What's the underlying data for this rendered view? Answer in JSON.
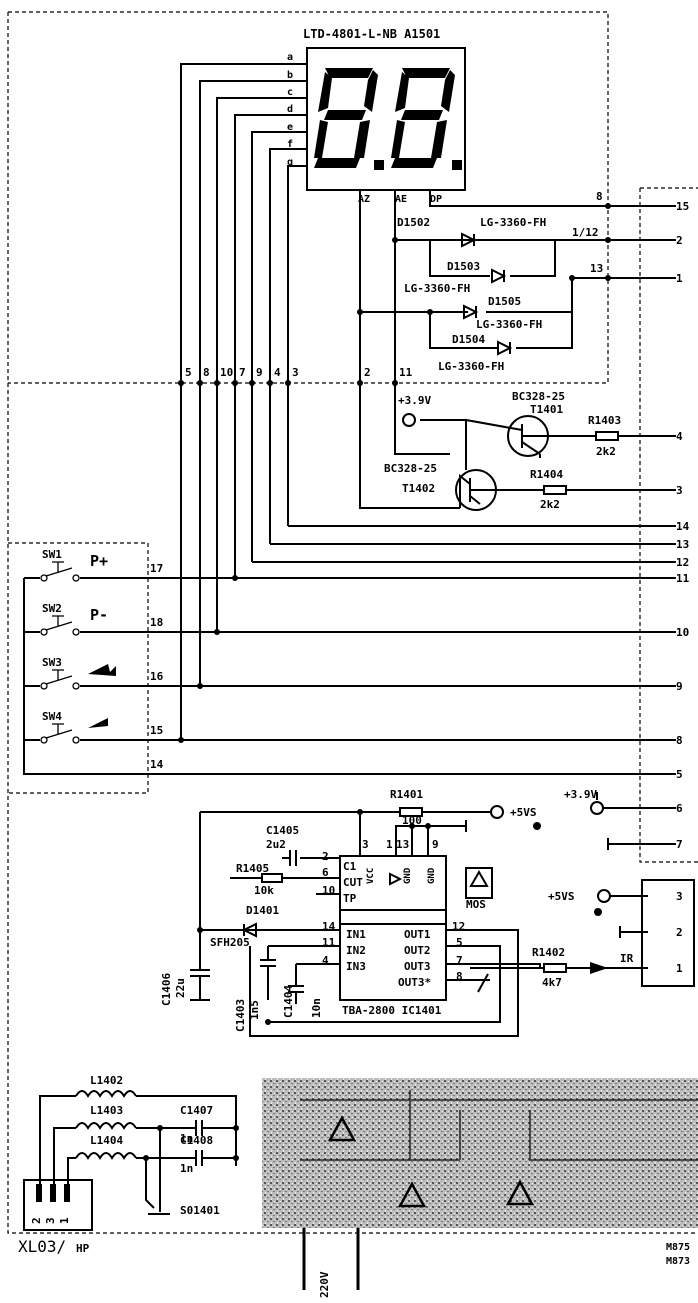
{
  "display": {
    "part": "LTD-4801-L-NB A1501",
    "segments": [
      "a",
      "b",
      "c",
      "d",
      "e",
      "f",
      "g"
    ],
    "pins_bottom": [
      "AZ",
      "AE",
      "DP"
    ]
  },
  "leds": {
    "d1502": "D1502",
    "d1503": "D1503",
    "d1504": "D1504",
    "d1505": "D1505",
    "type": "LG-3360-FH"
  },
  "nets": {
    "n1_12": "1/12",
    "n13": "13",
    "n8": "8"
  },
  "vertical_pins": [
    "5",
    "8",
    "10",
    "7",
    "9",
    "4",
    "3",
    "2",
    "11"
  ],
  "transistors": {
    "t1401_type": "BC328-25",
    "t1401": "T1401",
    "t1402_type": "BC328-25",
    "t1402": "T1402"
  },
  "resistors": {
    "r1403": "R1403",
    "r1403_val": "2k2",
    "r1404": "R1404",
    "r1404_val": "2k2",
    "r1401": "R1401",
    "r1401_val": "100",
    "r1405": "R1405",
    "r1405_val": "10k",
    "r1402": "R1402",
    "r1402_val": "4k7"
  },
  "supply": {
    "v39": "+3.9V",
    "v5vs": "+5VS"
  },
  "connector_right": [
    "15",
    "2",
    "1",
    "4",
    "3",
    "14",
    "13",
    "12",
    "11",
    "10",
    "9",
    "8",
    "5",
    "6",
    "7"
  ],
  "switches": [
    {
      "name": "SW1",
      "symbol": "P+",
      "pin": "17"
    },
    {
      "name": "SW2",
      "symbol": "P-",
      "pin": "18"
    },
    {
      "name": "SW3",
      "symbol": "",
      "pin": "16"
    },
    {
      "name": "SW4",
      "symbol": "",
      "pin": "15"
    }
  ],
  "sw_gnd_pin": "14",
  "ic": {
    "name": "TBA-2800 IC1401",
    "pins_left": [
      "C1",
      "CUT",
      "TP"
    ],
    "pins_in": [
      "IN1",
      "IN2",
      "IN3"
    ],
    "pins_out": [
      "OUT1",
      "OUT2",
      "OUT3",
      "OUT3*"
    ],
    "vcc": "VCC",
    "gnd1": "GND",
    "gnd2": "GND",
    "pin_nums": [
      "3",
      "1",
      "13",
      "9",
      "2",
      "6",
      "10",
      "14",
      "11",
      "4",
      "12",
      "5",
      "7",
      "8"
    ]
  },
  "caps": {
    "c1405": "C1405",
    "c1405_val": "2u2",
    "c1406": "C1406",
    "c1406_val": "22u",
    "c1403": "C1403",
    "c1403_val": "1n5",
    "c1404": "C1404",
    "c1404_val": "10n",
    "c1407": "C1407",
    "c1407_val": "1n",
    "c1408": "C1408",
    "c1408_val": "1n"
  },
  "d1401": "D1401",
  "sfh": "SFH205",
  "mos": "MOS",
  "ir_conn": {
    "pins": [
      "3",
      "2",
      "1"
    ],
    "ir": "IR"
  },
  "coils": {
    "l1402": "L1402",
    "l1403": "L1403",
    "l1404": "L1404"
  },
  "jack": "S01401",
  "xl03": {
    "label": "XL03/",
    "sub": "HP",
    "pins": [
      "2",
      "3",
      "1"
    ]
  },
  "mains": "220V",
  "corner": [
    "M875",
    "M873"
  ]
}
